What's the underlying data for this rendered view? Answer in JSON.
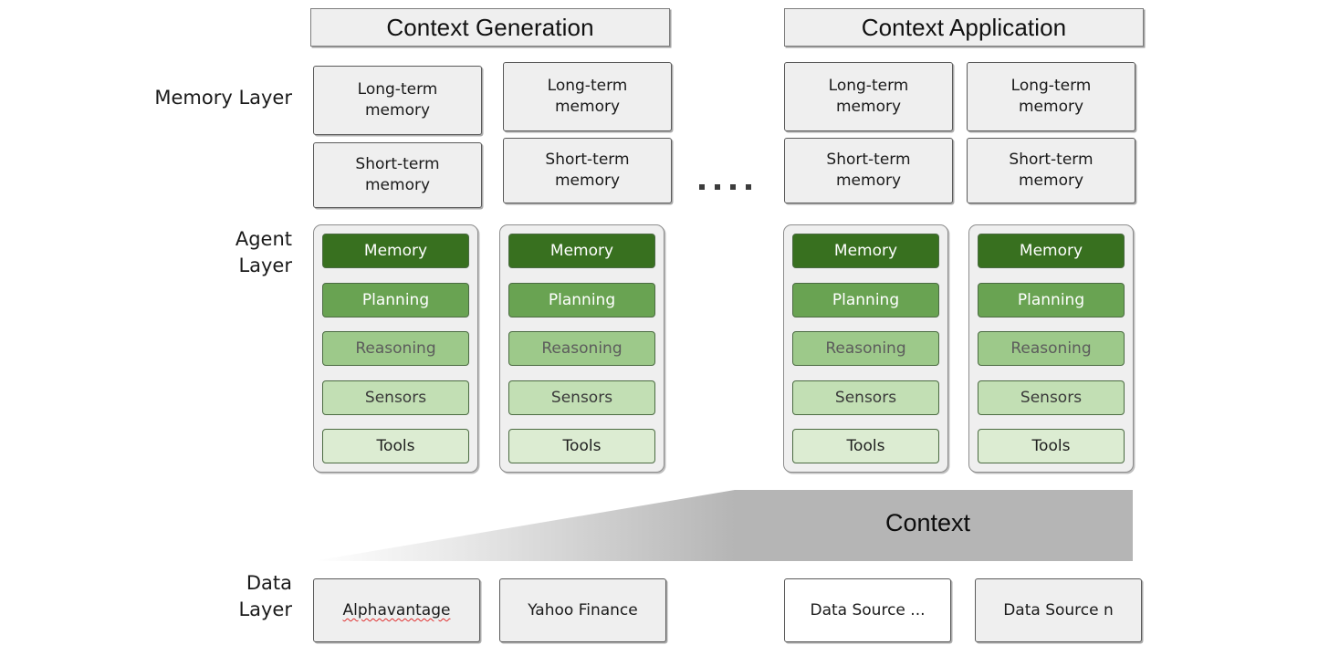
{
  "diagram": {
    "title": "Context Generation and Context Application layered agent architecture",
    "background": "#ffffff"
  },
  "phases": [
    {
      "id": "generation",
      "label": "Context Generation"
    },
    {
      "id": "application",
      "label": "Context Application"
    }
  ],
  "row_labels": {
    "memory": "Memory Layer",
    "agent_line1": "Agent",
    "agent_line2": "Layer",
    "data_line1": "Data",
    "data_line2": "Layer"
  },
  "memory_layer": {
    "long_term_line1": "Long-term",
    "long_term_line2": "memory",
    "short_term_line1": "Short-term",
    "short_term_line2": "memory",
    "columns": [
      {
        "id": "gen-1",
        "phase": "generation"
      },
      {
        "id": "gen-2",
        "phase": "generation"
      },
      {
        "id": "app-1",
        "phase": "application"
      },
      {
        "id": "app-2",
        "phase": "application"
      }
    ]
  },
  "agent_layer": {
    "rows": [
      {
        "label": "Memory",
        "fill": "#38701f",
        "text_color": "#ffffff"
      },
      {
        "label": "Planning",
        "fill": "#69a352",
        "text_color": "#ffffff"
      },
      {
        "label": "Reasoning",
        "fill": "#9dc98a",
        "text_color": "#5c5c5c"
      },
      {
        "label": "Sensors",
        "fill": "#c2dfb4",
        "text_color": "#3a3a3a"
      },
      {
        "label": "Tools",
        "fill": "#dcecd2",
        "text_color": "#1f1f1f"
      }
    ],
    "cards": [
      {
        "id": "agent-gen-1",
        "phase": "generation"
      },
      {
        "id": "agent-gen-2",
        "phase": "generation"
      },
      {
        "id": "agent-app-1",
        "phase": "application"
      },
      {
        "id": "agent-app-2",
        "phase": "application"
      }
    ]
  },
  "context_band": {
    "label": "Context",
    "solid_color": "#b5b5b5",
    "gradient_from": "#ffffff",
    "gradient_to": "#b5b5b5"
  },
  "data_layer": {
    "sources": [
      {
        "label": "Alphavantage",
        "style": "filled",
        "spellcheck_error": true
      },
      {
        "label": "Yahoo Finance",
        "style": "filled",
        "spellcheck_error": false
      },
      {
        "label": "Data Source ...",
        "style": "plain",
        "spellcheck_error": false
      },
      {
        "label": "Data Source n",
        "style": "filled",
        "spellcheck_error": false
      }
    ]
  },
  "separator": {
    "type": "ellipsis",
    "dot_count": 4
  },
  "colors": {
    "box_fill": "#efefef",
    "box_border": "#5a5a5a",
    "card_border": "#8d8d8d",
    "agent_row_border": "#4b6b42",
    "spell_error": "#e03131"
  }
}
